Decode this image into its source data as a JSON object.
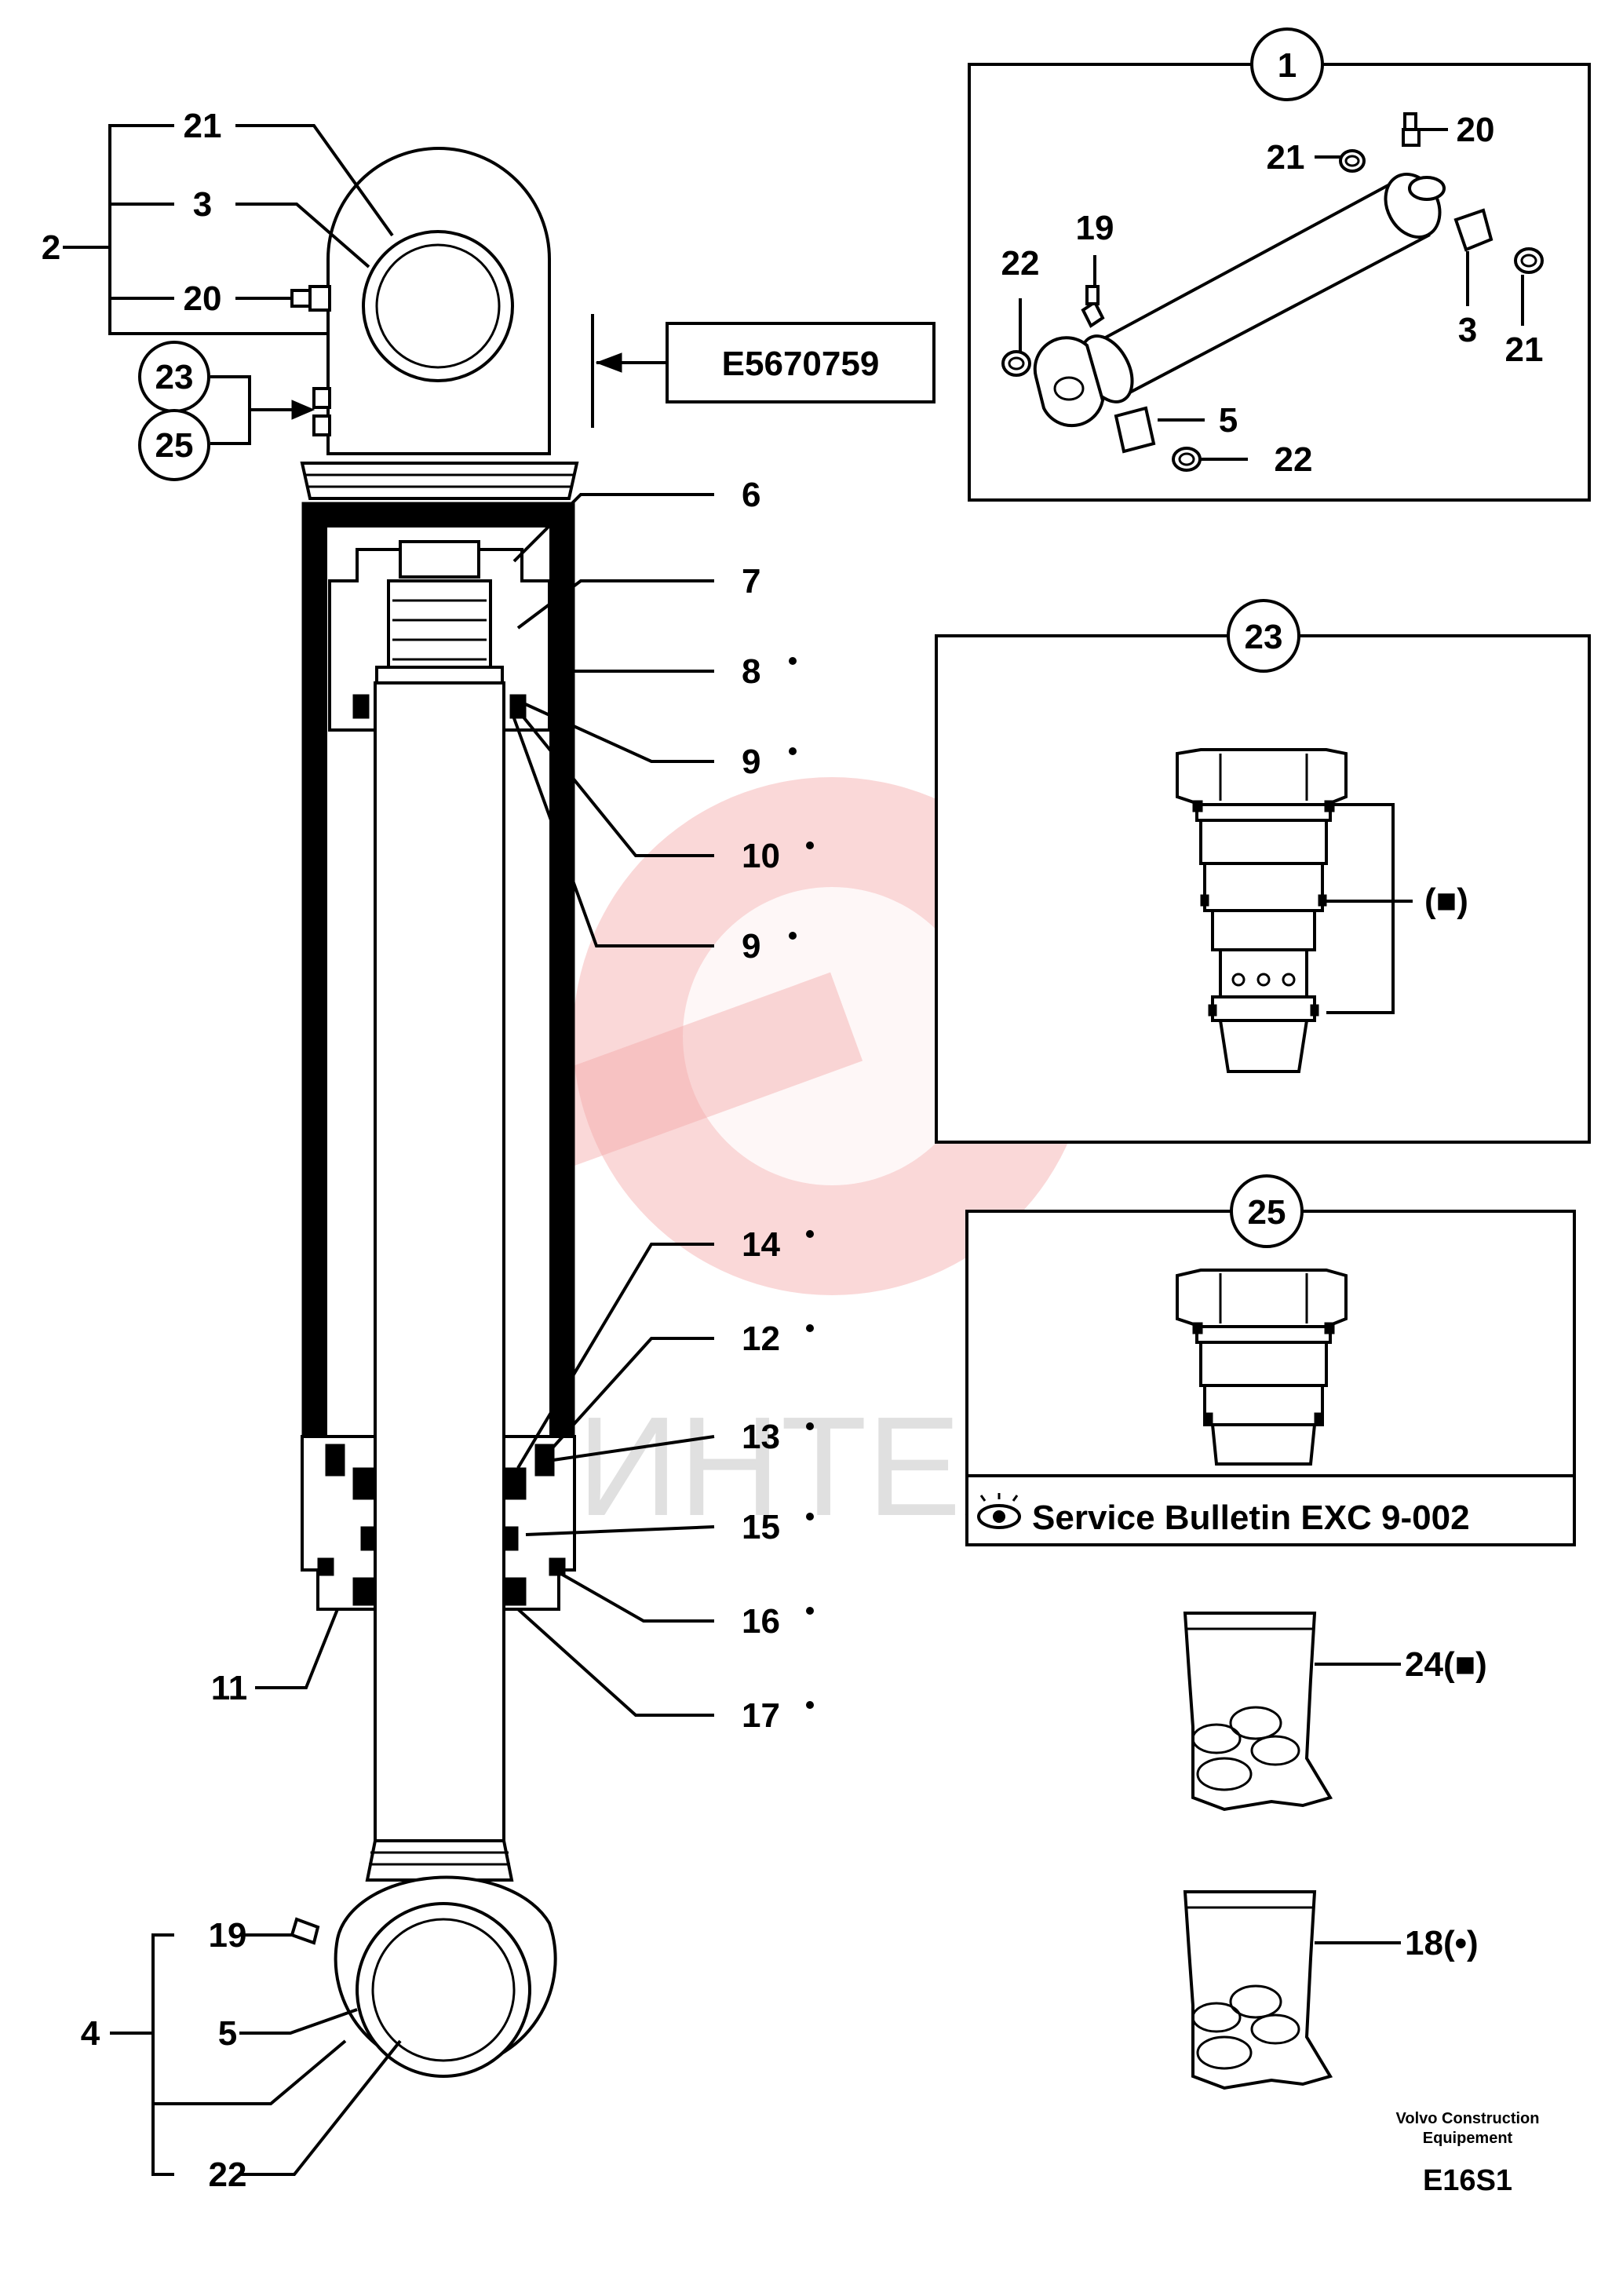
{
  "document": {
    "reference_number": "E5670759",
    "drawing_code": "E16S1",
    "company_line1": "Volvo Construction",
    "company_line2": "Equipement",
    "watermark_text": "ИНТЕХ"
  },
  "main_view": {
    "labels": {
      "l2": "2",
      "l21_top": "21",
      "l3_top": "3",
      "l20": "20",
      "l6": "6",
      "l7": "7",
      "l8": "8",
      "l9a": "9",
      "l10": "10",
      "l9b": "9",
      "l14": "14",
      "l12": "12",
      "l13": "13",
      "l15": "15",
      "l16": "16",
      "l17": "17",
      "l11": "11",
      "l19": "19",
      "l4": "4",
      "l5": "5",
      "l22": "22"
    },
    "circled": {
      "c23": "23",
      "c25": "25"
    }
  },
  "inset_1": {
    "callout": "1",
    "labels": {
      "l20": "20",
      "l21a": "21",
      "l19": "19",
      "l22a": "22",
      "l3": "3",
      "l21b": "21",
      "l5": "5",
      "l22b": "22"
    }
  },
  "inset_23": {
    "callout": "23",
    "marker": "(■)"
  },
  "inset_25": {
    "callout": "25",
    "service_bulletin": "Service Bulletin EXC 9-002"
  },
  "kits": [
    {
      "label": "24(■)"
    },
    {
      "label": "18(•)"
    }
  ],
  "colors": {
    "line": "#000000",
    "watermark": "#f3a9a9"
  }
}
